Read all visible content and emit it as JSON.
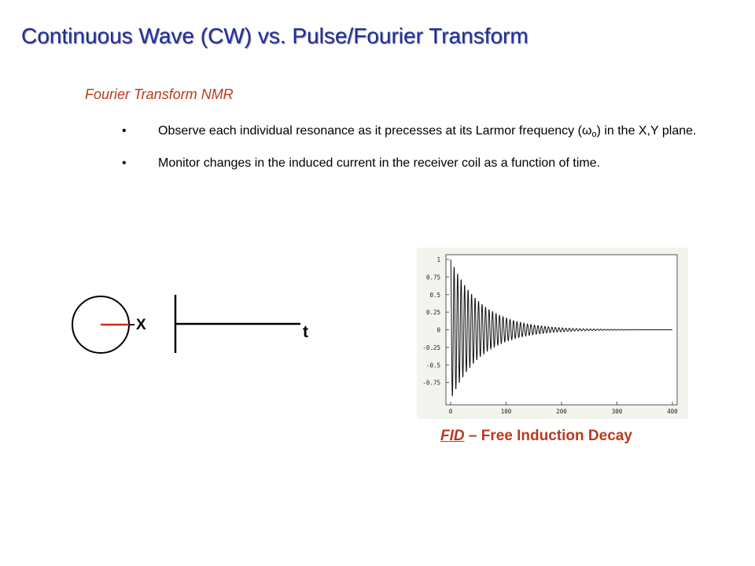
{
  "slide": {
    "title": "Continuous Wave (CW) vs. Pulse/Fourier Transform",
    "subtitle": "Fourier Transform NMR",
    "bullets": [
      {
        "text_before": "Observe each individual resonance as it precesses at its Larmor frequency (",
        "symbol": "ω",
        "subscript": "o",
        "text_after": ") in the X,Y plane."
      },
      {
        "text": "Monitor changes in the induced current in the receiver coil as a function of time."
      }
    ],
    "bullet_glyph": "•"
  },
  "diagram": {
    "x_label": "X",
    "t_label": "t",
    "vector_color": "#d42b1a"
  },
  "fid": {
    "caption_abbr": "FID",
    "caption_rest": " – Free Induction Decay",
    "caption_color": "#b83b1e"
  },
  "chart_data": {
    "type": "line",
    "title": "",
    "xlabel": "",
    "ylabel": "",
    "xlim": [
      0,
      400
    ],
    "ylim": [
      -1,
      1
    ],
    "x_ticks": [
      "0",
      "100",
      "200",
      "300",
      "400"
    ],
    "y_ticks": [
      "1",
      "0.75",
      "0.5",
      "0.25",
      "0",
      "-0.25",
      "-0.5",
      "-0.75"
    ],
    "series": [
      {
        "description": "damped oscillation",
        "amplitude_start": 1.0,
        "decay_to_zero_near_x": 280,
        "x_start": 0,
        "x_end": 400
      }
    ]
  }
}
